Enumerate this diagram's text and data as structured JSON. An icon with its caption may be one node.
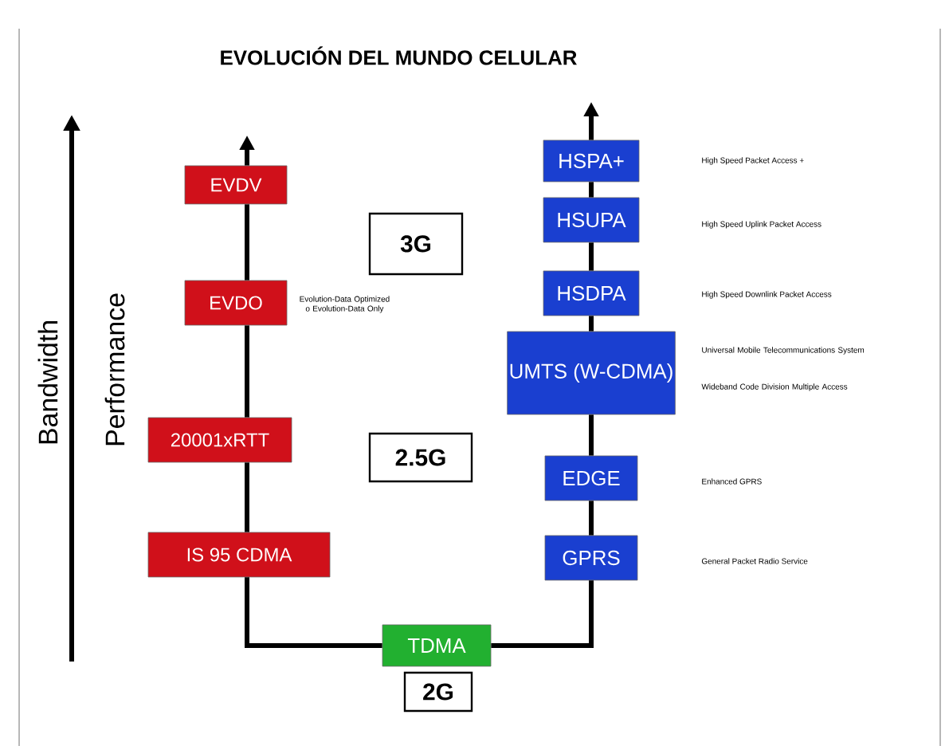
{
  "diagram": {
    "title": "EVOLUCIÓN DEL MUNDO CELULAR",
    "nodes": [
      {
        "text": [
          "EVDV"
        ]
      },
      {
        "text": [
          "EVDO"
        ],
        "beside": [
          "Evolution-Data Optimized o Evolution-Data Only"
        ]
      },
      {
        "text": [
          "20001xRTT"
        ]
      },
      {
        "text": [
          "IS 95 CDMA"
        ]
      },
      {
        "text": [
          "HSPA+"
        ]
      },
      {
        "text": [
          "HSUPA"
        ]
      },
      {
        "text": [
          "HSDPA"
        ]
      },
      {
        "text": [
          "UMTS (W-CDMA)"
        ],
        "beside": [
          "Universal Mobile Telecommunications System",
          "Wideband Code Division Multiple Access"
        ]
      },
      {
        "text": [
          "EDGE"
        ]
      },
      {
        "text": [
          "GPRS"
        ]
      },
      {
        "text": [
          "TDMA"
        ]
      },
      {
        "text": [
          "3G"
        ]
      },
      {
        "text": [
          "2.5G"
        ]
      },
      {
        "text": [
          "2G"
        ]
      }
    ],
    "edges": [
      {
        "from": 10,
        "to": 3,
        "arrow": "none"
      },
      {
        "from": 3,
        "to": 2,
        "arrow": "none"
      },
      {
        "from": 2,
        "to": 1,
        "arrow": "none"
      },
      {
        "from": 1,
        "to": 0,
        "arrow": "none"
      },
      {
        "from": 0,
        "to": null,
        "arrow": "to"
      },
      {
        "from": 10,
        "to": 9,
        "arrow": "none"
      },
      {
        "from": 9,
        "to": 8,
        "arrow": "none"
      },
      {
        "from": 8,
        "to": 7,
        "arrow": "none"
      },
      {
        "from": 7,
        "to": 6,
        "arrow": "none"
      },
      {
        "from": 6,
        "to": 5,
        "arrow": "none"
      },
      {
        "from": 5,
        "to": 4,
        "arrow": "none"
      },
      {
        "from": 4,
        "to": null,
        "arrow": "to"
      }
    ],
    "labels": [
      "High Speed Packet Access +",
      "High Speed Uplink Packet Access",
      "High Speed Downlink Packet Access",
      "Bandwidth",
      "Performance",
      "Enhanced GPRS",
      "General Packet Radio Service"
    ]
  }
}
